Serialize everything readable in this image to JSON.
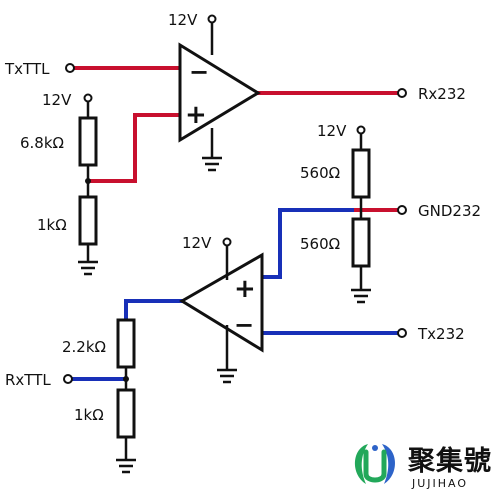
{
  "labels": {
    "tx_ttl": "TxTTL",
    "rx232": "Rx232",
    "v12_top_opamp": "12V",
    "v12_top_divider": "12V",
    "r_6k8": "6.8kΩ",
    "r_1k_top": "1kΩ",
    "v12_right_divider": "12V",
    "r_560_top": "560Ω",
    "gnd232": "GND232",
    "r_560_bottom": "560Ω",
    "v12_bottom_opamp": "12V",
    "tx232": "Tx232",
    "r_2k2": "2.2kΩ",
    "rx_ttl": "RxTTL",
    "r_1k_bottom": "1kΩ",
    "plus_top": "+",
    "minus_top": "−",
    "plus_bottom": "+",
    "minus_bottom": "−"
  },
  "watermark": {
    "chinese": "聚集號",
    "latin": "JUJIHAO"
  },
  "colors": {
    "red_wire": "#c8102e",
    "blue_wire": "#1830b8",
    "ink": "#111111",
    "resistor_fill": "#ffffff",
    "logo_green": "#22a85a",
    "logo_blue": "#2d63c8"
  }
}
